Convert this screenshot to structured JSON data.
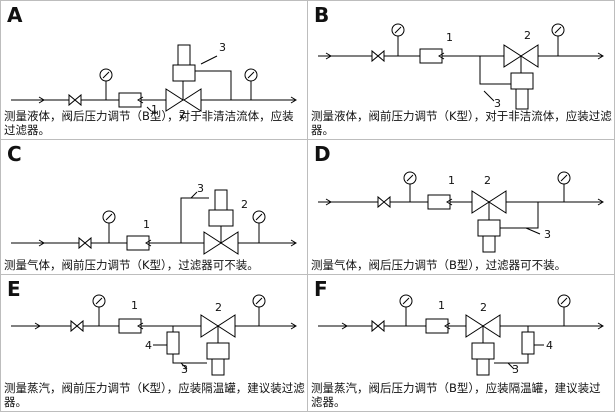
{
  "panels": [
    {
      "id": "A",
      "caption": "测量液体，阀后压力调节（B型），对于非清洁流体，应装过滤器。",
      "labels": {
        "l1": "1",
        "l2": "2",
        "l3": "3"
      }
    },
    {
      "id": "B",
      "caption": "测量液体，阀前压力调节（K型），对于非洁流体，应装过滤器。",
      "labels": {
        "l1": "1",
        "l2": "2",
        "l3": "3"
      }
    },
    {
      "id": "C",
      "caption": "测量气体，阀前压力调节（K型），过滤器可不装。",
      "labels": {
        "l1": "1",
        "l2": "2",
        "l3": "3"
      }
    },
    {
      "id": "D",
      "caption": "测量气体，阀后压力调节（B型），过滤器可不装。",
      "labels": {
        "l1": "1",
        "l2": "2",
        "l3": "3"
      }
    },
    {
      "id": "E",
      "caption": "测量蒸汽，阀前压力调节（K型），应装隔温罐，建议装过滤器。",
      "labels": {
        "l1": "1",
        "l2": "2",
        "l3": "3",
        "l4": "4"
      }
    },
    {
      "id": "F",
      "caption": "测量蒸汽，阀后压力调节（B型），应装隔温罐，建议装过滤器。",
      "labels": {
        "l1": "1",
        "l2": "2",
        "l3": "3",
        "l4": "4"
      }
    }
  ]
}
